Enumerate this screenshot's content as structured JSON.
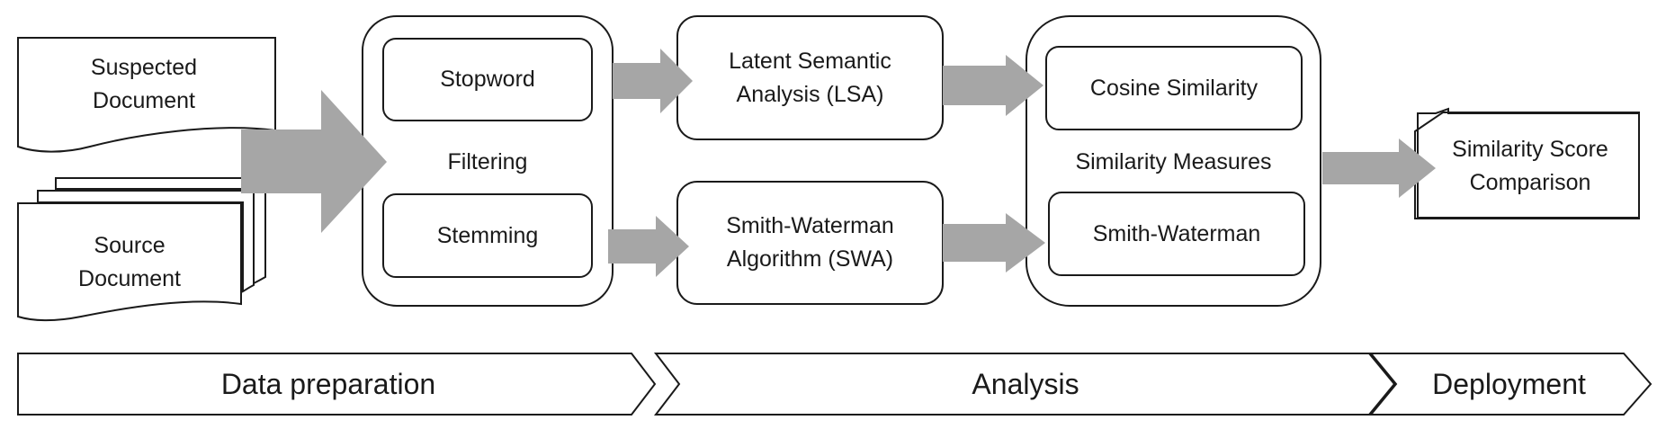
{
  "documents": {
    "suspected": [
      "Suspected",
      "Document"
    ],
    "source": [
      "Source",
      "Document"
    ]
  },
  "filtering": {
    "label": "Filtering",
    "stopword": "Stopword",
    "stemming": "Stemming"
  },
  "methods": {
    "lsa": [
      "Latent Semantic",
      "Analysis (LSA)"
    ],
    "swa": [
      "Smith-Waterman",
      "Algorithm (SWA)"
    ]
  },
  "similarity": {
    "label": "Similarity Measures",
    "cosine": "Cosine Similarity",
    "smith_waterman": "Smith-Waterman"
  },
  "output": [
    "Similarity Score",
    "Comparison"
  ],
  "phases": {
    "data_preparation": "Data preparation",
    "analysis": "Analysis",
    "deployment": "Deployment"
  },
  "colors": {
    "arrow_fill": "#a6a6a6",
    "stroke": "#1a1a1a",
    "background": "#ffffff"
  }
}
